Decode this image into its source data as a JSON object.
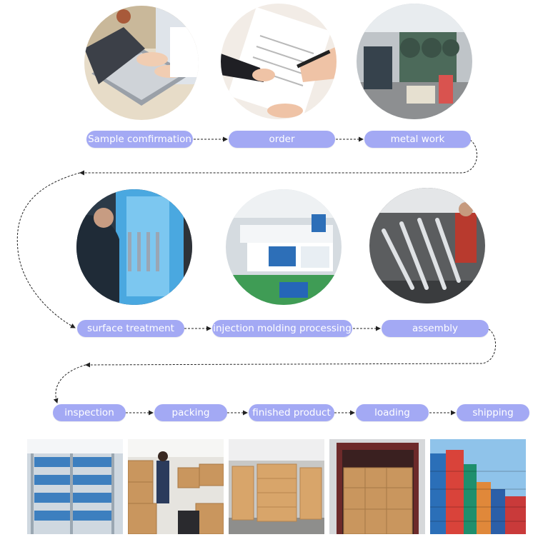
{
  "row1": {
    "steps": [
      "Sample comfirmation",
      "order",
      "metal work"
    ],
    "photos": [
      "laptop-typing-photo",
      "order-signing-photo",
      "metal-work-photo"
    ]
  },
  "row2": {
    "steps": [
      "surface treatment",
      "injection molding processing",
      "assembly"
    ],
    "photos": [
      "surface-treatment-photo",
      "injection-molding-photo",
      "assembly-line-photo"
    ]
  },
  "row3": {
    "steps": [
      "inspection",
      "packing",
      "finished product",
      "loading",
      "shipping"
    ],
    "photos": [
      "inspection-racks-photo",
      "packing-boxes-photo",
      "finished-product-photo",
      "loading-truck-photo",
      "shipping-containers-photo"
    ]
  },
  "colors": {
    "pill": "#a3a9f4",
    "pill_text": "#ffffff",
    "arrow": "#222222"
  }
}
